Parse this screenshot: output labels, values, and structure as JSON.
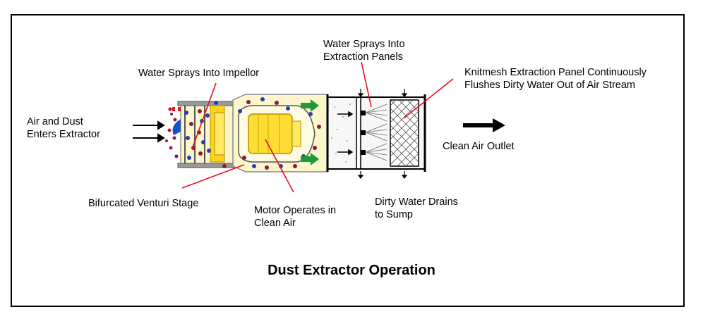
{
  "title": "Dust Extractor Operation",
  "labels": {
    "inlet": [
      "Air and Dust",
      "Enters Extractor"
    ],
    "impellor_spray": "Water Sprays Into Impellor",
    "panel_spray": [
      "Water Sprays Into",
      "Extraction Panels"
    ],
    "knitmesh": [
      "Knitmesh Extraction Panel Continuously",
      "Flushes Dirty Water Out of Air Stream"
    ],
    "outlet": "Clean Air Outlet",
    "venturi": "Bifurcated Venturi Stage",
    "motor": [
      "Motor Operates in",
      "Clean Air"
    ],
    "drain": [
      "Dirty Water Drains",
      "to Sump"
    ]
  },
  "colors": {
    "leader_line": "#e8101e",
    "body_fill": "#fbf6cc",
    "motor_fill": "#ffdd33",
    "dust_blue": "#2a3bb0",
    "dust_maroon": "#8a1a3a",
    "dust_red": "#c0102a",
    "arrow_green": "#1f9a3a"
  }
}
